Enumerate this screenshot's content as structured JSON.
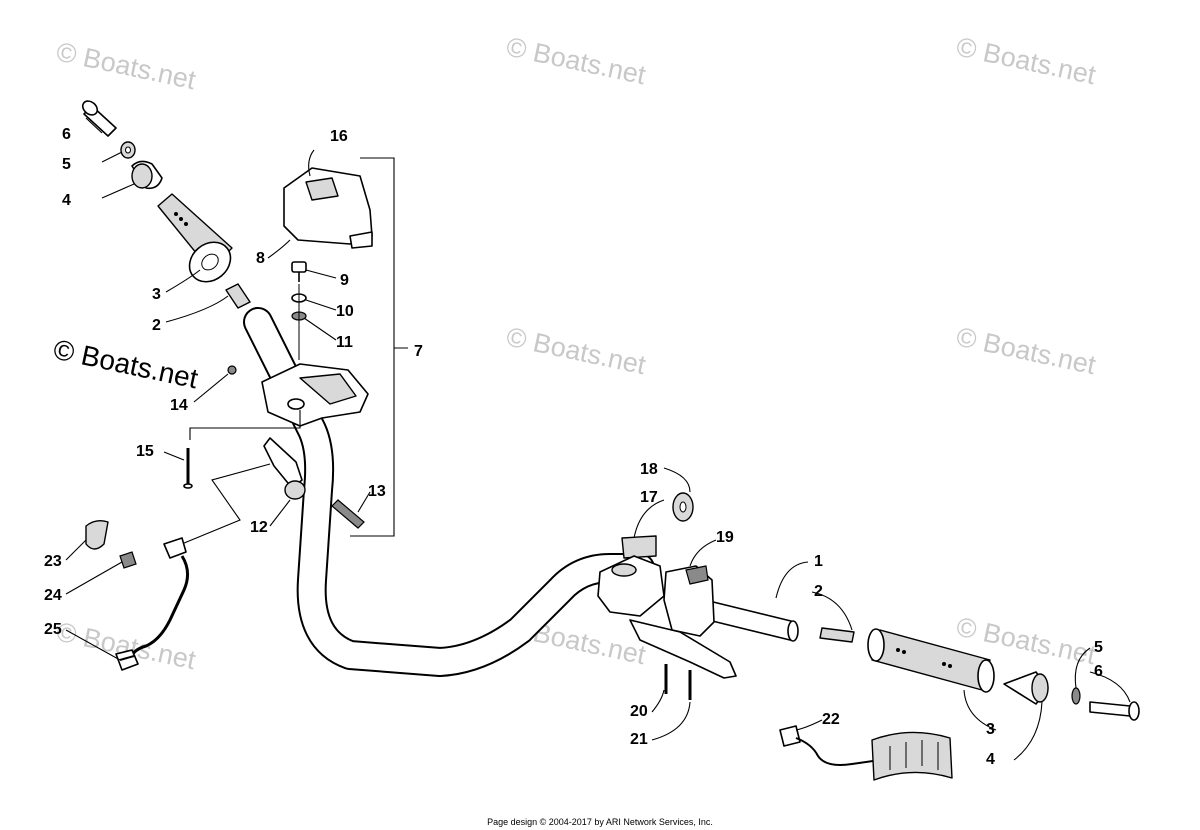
{
  "watermarks": {
    "text": "© Boats.net"
  },
  "corner_watermark": "© Boats.net",
  "callouts": {
    "c6a": "6",
    "c5a": "5",
    "c4a": "4",
    "c3a": "3",
    "c2a": "2",
    "c16": "16",
    "c8": "8",
    "c9": "9",
    "c10": "10",
    "c11": "11",
    "c7": "7",
    "c14": "14",
    "c15": "15",
    "c13": "13",
    "c12": "12",
    "c23": "23",
    "c24": "24",
    "c25": "25",
    "c18": "18",
    "c17": "17",
    "c19": "19",
    "c1": "1",
    "c2b": "2",
    "c5b": "5",
    "c6b": "6",
    "c3b": "3",
    "c4b": "4",
    "c22": "22",
    "c20": "20",
    "c21": "21"
  },
  "footer": "Page design © 2004-2017 by ARI Network Services, Inc."
}
